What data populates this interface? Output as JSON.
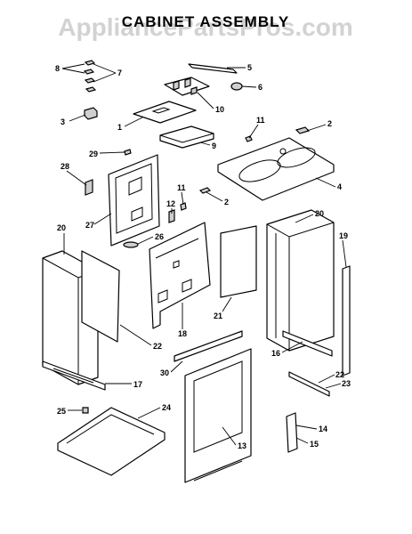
{
  "title": "CABINET ASSEMBLY",
  "watermark": "AppliancePartsPros.com",
  "callouts": [
    {
      "id": "c8",
      "label": "8"
    },
    {
      "id": "c7",
      "label": "7"
    },
    {
      "id": "c5",
      "label": "5"
    },
    {
      "id": "c6",
      "label": "6"
    },
    {
      "id": "c10",
      "label": "10"
    },
    {
      "id": "c3",
      "label": "3"
    },
    {
      "id": "c1",
      "label": "1"
    },
    {
      "id": "c11a",
      "label": "11"
    },
    {
      "id": "c2a",
      "label": "2"
    },
    {
      "id": "c9",
      "label": "9"
    },
    {
      "id": "c29",
      "label": "29"
    },
    {
      "id": "c4",
      "label": "4"
    },
    {
      "id": "c28",
      "label": "28"
    },
    {
      "id": "c27",
      "label": "27"
    },
    {
      "id": "c11b",
      "label": "11"
    },
    {
      "id": "c2b",
      "label": "2"
    },
    {
      "id": "c12",
      "label": "12"
    },
    {
      "id": "c20a",
      "label": "20"
    },
    {
      "id": "c26",
      "label": "26"
    },
    {
      "id": "c20b",
      "label": "20"
    },
    {
      "id": "c19",
      "label": "19"
    },
    {
      "id": "c21",
      "label": "21"
    },
    {
      "id": "c18",
      "label": "18"
    },
    {
      "id": "c22a",
      "label": "22"
    },
    {
      "id": "c16",
      "label": "16"
    },
    {
      "id": "c30",
      "label": "30"
    },
    {
      "id": "c17",
      "label": "17"
    },
    {
      "id": "c22b",
      "label": "22"
    },
    {
      "id": "c23",
      "label": "23"
    },
    {
      "id": "c25",
      "label": "25"
    },
    {
      "id": "c24",
      "label": "24"
    },
    {
      "id": "c13",
      "label": "13"
    },
    {
      "id": "c14",
      "label": "14"
    },
    {
      "id": "c15",
      "label": "15"
    }
  ]
}
